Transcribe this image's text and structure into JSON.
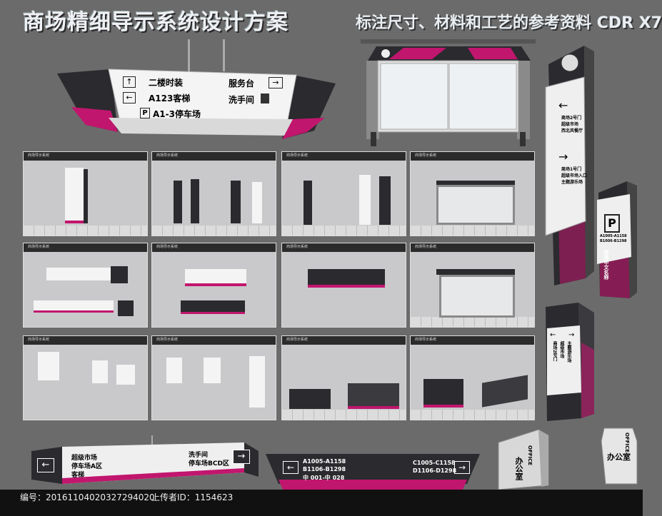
{
  "header": {
    "title": "商场精细导示系统设计方案",
    "subtitle": "标注尺寸、材料和工艺的参考资料 CDR X7"
  },
  "main_sign": {
    "up_label": "二楼时装",
    "elevator_label": "A123客梯",
    "parking_label": "A1-3停车场",
    "service_label": "服务台",
    "restroom_label": "洗手间"
  },
  "panel_header": "商场导示系统",
  "vertical_sign": {
    "top_items": [
      "商场2号门",
      "超级市场",
      "西北风餐厅"
    ],
    "mid_items": [
      "商场1号门",
      "超级市场入口",
      "主题游乐场"
    ],
    "parking_codes": [
      "A1005-A1158",
      "B1006-B1298"
    ],
    "brand": "商场中文名称"
  },
  "tall_sign": {
    "items": [
      "商场2号门",
      "超级市场",
      "主题游乐场"
    ]
  },
  "bottom_left_sign": {
    "left_lines": [
      "超级市场",
      "停车场A区",
      "客梯"
    ],
    "right_lines": [
      "洗手间",
      "停车场BCD区"
    ]
  },
  "bottom_mid_sign": {
    "left_lines": [
      "A1005-A1158",
      "B1106-B1298",
      "中 001-中 028"
    ],
    "right_lines": [
      "C1005-C1158",
      "D1106-D1298"
    ]
  },
  "office": {
    "en": "OFFICE",
    "zh": "办公室"
  },
  "footer": {
    "id_text": "编号：20161104020327294020",
    "uploader_text": "上传者ID：1154623"
  },
  "colors": {
    "accent": "#c1166e",
    "dark": "#2b2a2e",
    "background": "#6b6b6b"
  }
}
